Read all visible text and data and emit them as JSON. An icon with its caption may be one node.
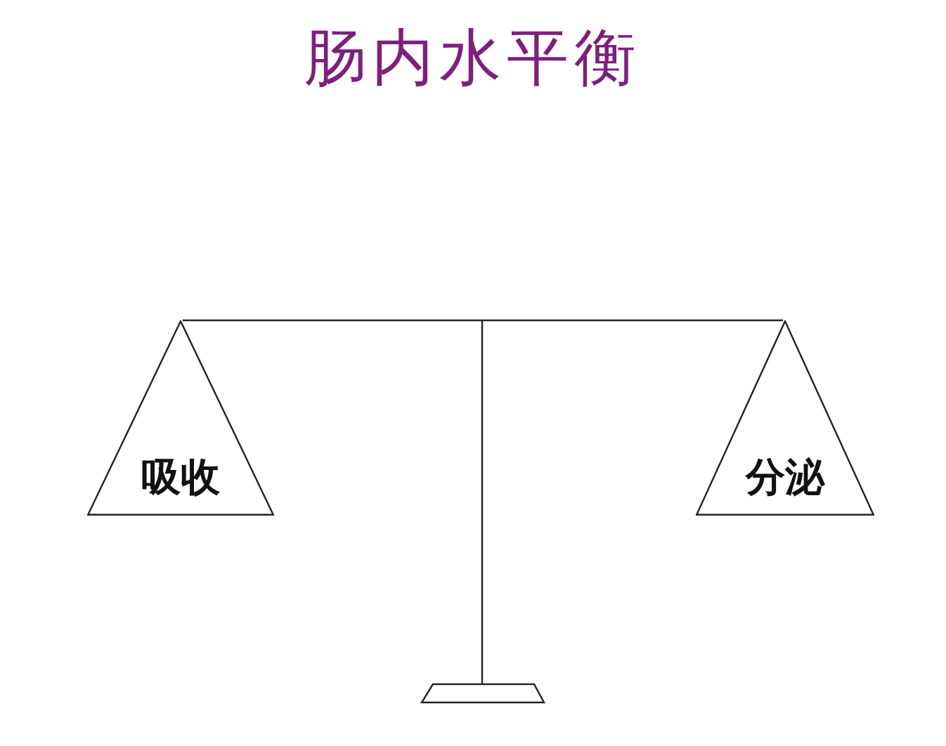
{
  "diagram": {
    "title": "肠内水平衡",
    "nodes": [
      {
        "text": [
          "吸收"
        ]
      },
      {
        "text": [
          "分泌"
        ]
      }
    ]
  }
}
